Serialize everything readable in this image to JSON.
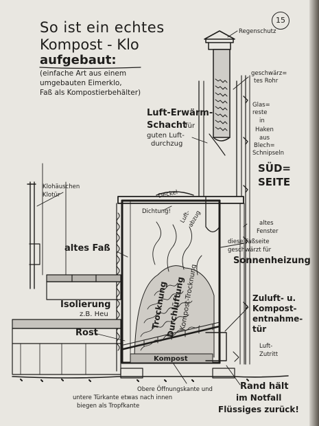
{
  "page_number": "15",
  "title": {
    "line1": "So ist ein echtes",
    "line2": "Kompost - Klo",
    "line3": "aufgebaut:"
  },
  "subtitle": {
    "line1": "(einfache Art aus einem",
    "line2": "umgebauten Eimerklo,",
    "line3": "Faß als Kompostierbehälter)"
  },
  "labels": {
    "regenschutz": "Regenschutz",
    "rohr1": "geschwärz=",
    "rohr2": "tes Rohr",
    "glas1": "Glas=",
    "glas2": "reste",
    "glas3": "in",
    "glas4": "Haken",
    "glas5": "aus",
    "glas6": "Blech=",
    "glas7": "Schnipseln",
    "luft1": "Luft-Erwärm-",
    "luft2": "Schacht",
    "luft3": "für",
    "luft4": "guten Luft-",
    "luft5": "durchzug",
    "sued1": "SÜD=",
    "sued2": "SEITE",
    "klo1": "Klohäuschen",
    "klo2": "Klotür",
    "deckel": "Deckel",
    "dichtung": "Dichtung!",
    "luftabzug1": "Luft-",
    "luftabzug2": "abzug",
    "fenster1": "altes",
    "fenster2": "Fenster",
    "fass": "altes Faß",
    "fassseite1": "diese Faßseite",
    "fassseite2": "geschwärzt für",
    "sonnenheizung": "Sonnenheizung",
    "trocknung": "Trocknung",
    "durchlueftung": "Durchlüftung",
    "kompost_trocknung": "Kompost-Trocknung",
    "isolierung": "Isolierung",
    "heu": "z.B. Heu",
    "rost": "Rost",
    "zuluft1": "Zuluft- u.",
    "zuluft2": "Kompost-",
    "zuluft3": "entnahme-",
    "zuluft4": "tür",
    "zutritt1": "Luft-",
    "zutritt2": "Zutritt",
    "kompost": "Kompost",
    "oeffnung1": "Obere Öffnungskante und",
    "oeffnung2": "untere Türkante etwas nach innen",
    "oeffnung3": "biegen als Tropfkante",
    "rand1": "Rand hält",
    "rand2": "im Notfall",
    "rand3": "Flüssiges zurück!"
  }
}
